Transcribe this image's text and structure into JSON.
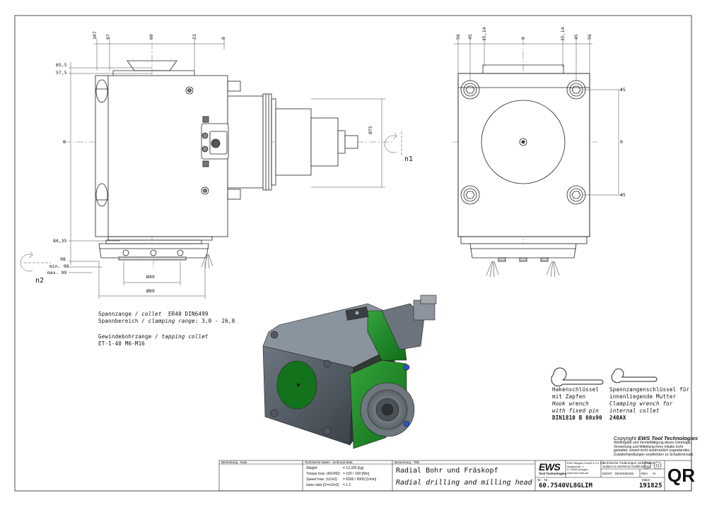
{
  "dims": {
    "top_left": [
      "107",
      "97",
      "60",
      "23",
      "0"
    ],
    "top_right": [
      "56",
      "45",
      "35,14",
      "0",
      "35,14",
      "45",
      "56"
    ],
    "left": [
      "65,5",
      "57,5",
      "0",
      "84,35",
      "98",
      "min. 98",
      "max. 99"
    ],
    "right": [
      "45",
      "0",
      "45"
    ],
    "dia75": "Ø75",
    "dia49": "Ø49",
    "dia89": "Ø89",
    "n1": "n1",
    "n2": "n2"
  },
  "collet": {
    "line1_de": "Spannzange /",
    "line1_en": "collet",
    "line1_val": "ER40   DIN6499",
    "line2_de": "Spannbereich /",
    "line2_en": "clamping range:",
    "line2_val": "3,0 - 26,0",
    "line3_de": "Gewindebohrzange /",
    "line3_en": "tapping collet",
    "line4": "ET-1-40  M6-M16"
  },
  "wrench1": {
    "de1": "Hakenschlüssel",
    "de2": "mit Zapfen",
    "en1": "Hook wrench",
    "en2": "with fixed pin",
    "code": "DIN1810 B 80x90"
  },
  "wrench2": {
    "de1": "Spannzangenschlüssel für",
    "de2": "innenliegende Mutter",
    "en1": "Clamping wrench for",
    "en2": "internal collet",
    "code": "240AX"
  },
  "copyright": {
    "title_prefix": "Copyright",
    "title_brand": "EWS Tool Technologies",
    "lines": [
      "Weitergabe und Vervielfältigung dieser Unterlage,",
      "Verwertung und Mitteilung ihres Inhalts nicht",
      "gestattet, soweit nicht ausdrücklich zugestanden.",
      "Zuwiderhandlungen verpflichten zu Schadenersatz."
    ]
  },
  "titleblock": {
    "remark_label": "Bemerkung - Note",
    "tech_label": "Technische Daten - technical data",
    "tech_rows": [
      {
        "label": "Weight",
        "val": "=  12,335 [kg]"
      },
      {
        "label": "Torque max. (M1/M2)",
        "val": "=  100 / 100 [Nm]"
      },
      {
        "label": "Speed max. (n1/n2)",
        "val": "=  6000 / 6000 [1/min]"
      },
      {
        "label": "Gear ratio  (i1=n1/n2)",
        "val": "=  1:1"
      }
    ],
    "name_label": "Benennung - Title",
    "title_de": "Radial Bohr und Fräskopf",
    "title_en": "Radial drilling and milling head",
    "logo": "EWS",
    "logo_sub": "Tool Technologies",
    "company_lines": [
      "EWS Weigele GmbH & Co. KG",
      "Maybachstr. 1",
      "D-73066 Uhingen",
      "www.ews-tools.de"
    ],
    "change_label": "Technische Änderungen vorbehalten!",
    "change_en": "Subject to technical modifications!",
    "nr_label": "Nr. - Nr.",
    "part_no": "60.7540VL8GLIM",
    "ident_label": "IDENT",
    "ident": "DEWS08435",
    "rev_label": "REV",
    "rev": "-/A",
    "matno_label": "Matnr.",
    "matno": "191825",
    "qr": "QR"
  }
}
